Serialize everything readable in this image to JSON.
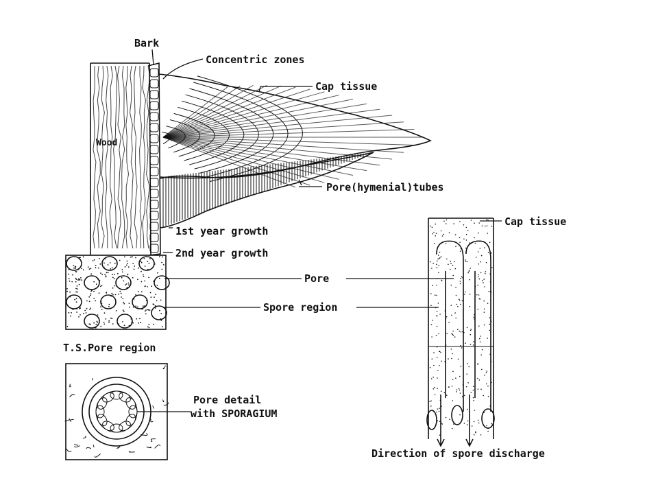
{
  "labels": {
    "bark": "Bark",
    "concentric_zones": "Concentric zones",
    "cap_tissue_top": "Cap tissue",
    "wood": "Wood",
    "pore_tubes": "Pore(hymenial)tubes",
    "first_year": "1st year growth",
    "second_year": "2nd year growth",
    "cap_tissue_right": "Cap tissue",
    "pore": "Pore",
    "spore_region": "Spore region",
    "ts_pore_region": "T.S.Pore region",
    "pore_detail_1": "Pore detail",
    "pore_detail_2": "with SPORAGIUM",
    "direction": "Direction of spore discharge"
  }
}
